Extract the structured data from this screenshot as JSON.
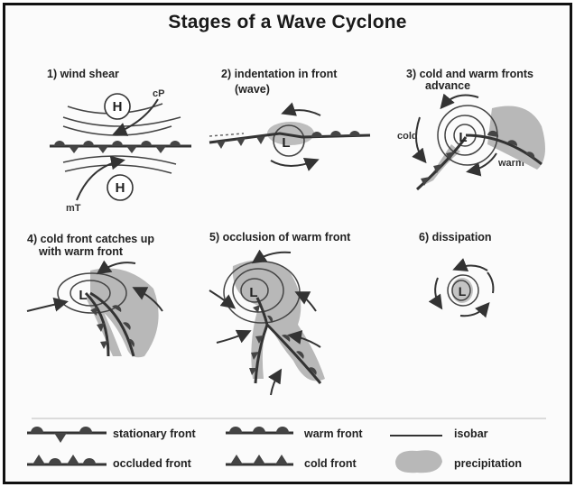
{
  "title": "Stages of a Wave Cyclone",
  "stages": [
    {
      "label": "1) wind shear",
      "marks": {
        "high": "H",
        "air1": "cP",
        "air2": "mT"
      }
    },
    {
      "label": "2) indentation in front (wave)",
      "line1": "2) indentation in front",
      "line2": "(wave)",
      "marks": {
        "low": "L"
      }
    },
    {
      "label": "3) cold and warm fronts advance",
      "line1": "3) cold and warm fronts",
      "line2": "advance",
      "marks": {
        "low": "L",
        "cold": "cold",
        "warm": "warm"
      }
    },
    {
      "label": "4) cold front catches up with warm front",
      "line1": "4) cold front catches up",
      "line2": "with warm front",
      "marks": {
        "low": "L"
      }
    },
    {
      "label": "5) occlusion of warm front",
      "marks": {
        "low": "L"
      }
    },
    {
      "label": "6) dissipation",
      "marks": {
        "low": "L"
      }
    }
  ],
  "legend": {
    "stationary": "stationary front",
    "warm": "warm front",
    "isobar": "isobar",
    "occluded": "occluded front",
    "cold": "cold front",
    "precip": "precipitation"
  }
}
